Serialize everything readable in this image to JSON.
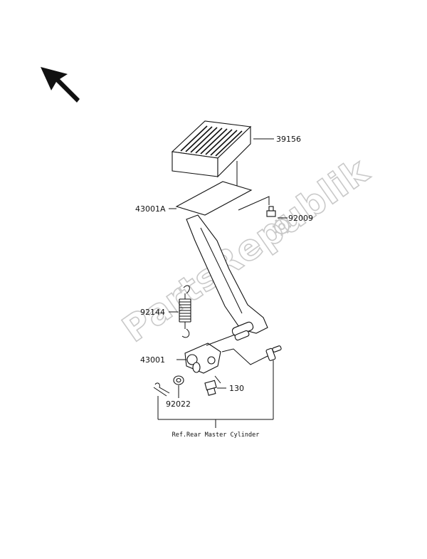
{
  "watermark": "PartsRepublik",
  "icons": {
    "direction": "arrow-up-left-icon",
    "watermark_logo": "gear-icon"
  },
  "callouts": {
    "pedal_pad": "39156",
    "pedal_plate": "43001A",
    "bolt_top": "92009",
    "spring": "92144",
    "lever_arm": "43001",
    "bolt_bottom": "130",
    "washer": "92022"
  },
  "reference_note": "Ref.Rear Master Cylinder"
}
